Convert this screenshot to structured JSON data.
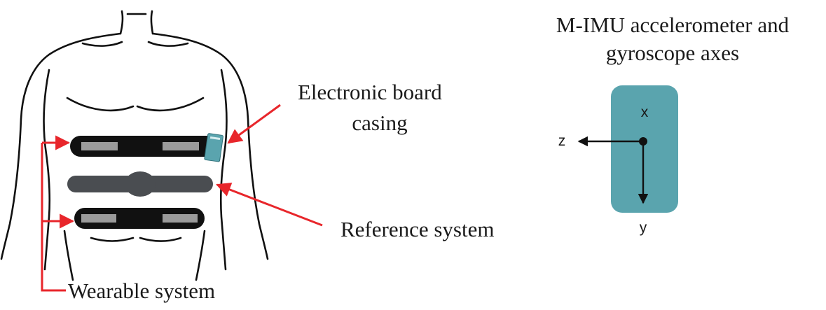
{
  "labels": {
    "electronic_board_line1": "Electronic board",
    "electronic_board_line2": "casing",
    "reference_system": "Reference system",
    "wearable_system": "Wearable system",
    "imu_title_line1": "M-IMU accelerometer and",
    "imu_title_line2": "gyroscope axes"
  },
  "axes": {
    "x": "x",
    "y": "y",
    "z": "z"
  },
  "colors": {
    "arrow_red": "#e8262b",
    "imu_teal": "#5aa4ae",
    "belt_black": "#111111",
    "belt_pad_gray": "#9b9b9b",
    "reference_belt_gray": "#4a4d51"
  }
}
